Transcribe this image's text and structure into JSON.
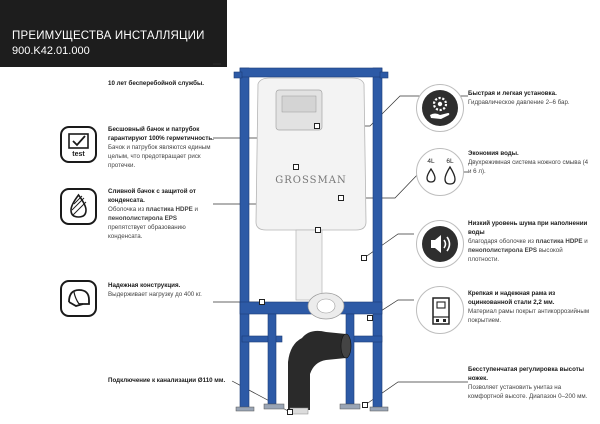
{
  "header": {
    "title": "ПРЕИМУЩЕСТВА ИНСТАЛЛЯЦИИ",
    "model": "900.K42.01.000"
  },
  "brand": "GROSSMAN",
  "left_features": {
    "warranty": {
      "title": "10 лет бесперебойной службы."
    },
    "tightness": {
      "title": "Бесшовный бачок и патрубок гарантируют 100% герметичность.",
      "text": "Бачок и патрубок являются единым целым, что предотвращает риск протечки.",
      "icon_label": "test"
    },
    "condensate": {
      "title": "Сливной бачок с защитой от конденсата.",
      "text_plain1": "Оболочка из",
      "text_bold1": "пластика HDPE",
      "text_plain2": "и",
      "text_bold2": "пенополистирола EPS",
      "text_plain3": "препятствует образованию конденсата."
    },
    "reliable": {
      "title": "Надежная конструкция.",
      "text": "Выдерживает нагрузку до 400 кг."
    },
    "sewer": {
      "title": "Подключение к канализации Ø110 мм."
    }
  },
  "right_features": {
    "install": {
      "title": "Быстрая и легкая установка.",
      "text": "Гидравлическое давление 2–6 бар."
    },
    "water": {
      "title": "Экономия воды.",
      "text": "Двухрежимная система ножного смыва (4 и 6 л).",
      "label_small": "4L",
      "label_big": "6L"
    },
    "noise": {
      "title": "Низкий уровень шума при наполнении воды",
      "text_plain1": "благодаря оболочке из",
      "text_bold1": "пластика HDPE",
      "text_plain2": "и",
      "text_bold2": "пенополистирола EPS",
      "text_plain3": "высокой плотности."
    },
    "frame": {
      "title": "Крепкая и надежная рама из оцинкованной стали 2,2 мм.",
      "text": "Материал рамы покрыт антикоррозийным покрытием."
    },
    "height": {
      "title": "Бесступенчатая регулировка высоты ножек.",
      "text": "Позволяет установить унитаз на комфортной высоте. Диапазон 0–200 мм."
    }
  },
  "colors": {
    "header_bg": "#1d1d1d",
    "frame_blue": "#2d5aa6",
    "icon_dark": "#2e2e2e"
  },
  "icons": [
    "test-icon",
    "drop-icon",
    "helmet-icon",
    "gear-hand-icon",
    "water-drops-icon",
    "speaker-icon",
    "frame-icon"
  ]
}
